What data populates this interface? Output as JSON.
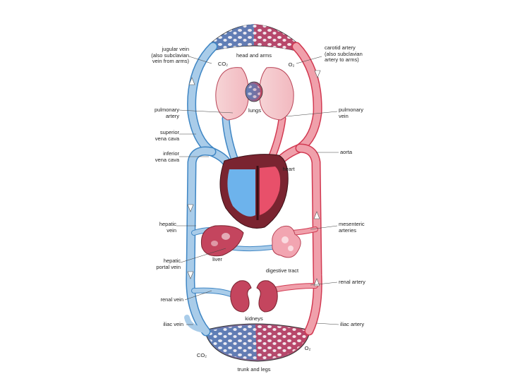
{
  "labels": {
    "jugular_vein": "jugular vein\n(also subclavian\nvein from arms)",
    "carotid_artery": "carotid artery\n(also subclavian\nartery to arms)",
    "head_and_arms": "head and arms",
    "co2_top": "CO₂",
    "o2_top": "O₂",
    "pulmonary_artery": "pulmonary\nartery",
    "pulmonary_vein": "pulmonary\nvein",
    "lungs": "lungs",
    "superior_vena_cava": "superior\nvena cava",
    "inferior_vena_cava": "inferior\nvena cava",
    "aorta": "aorta",
    "heart": "heart",
    "hepatic_vein": "hepatic\nvein",
    "mesenteric_arteries": "mesenteric\narteries",
    "hepatic_portal_vein": "hepatic\nportal vein",
    "liver": "liver",
    "digestive_tract": "digestive tract",
    "renal_artery": "renal artery",
    "renal_vein": "renal vein",
    "kidneys": "kidneys",
    "iliac_vein": "iliac vein",
    "iliac_artery": "iliac artery",
    "co2_bottom": "CO₂",
    "o2_bottom": "O₂",
    "trunk_and_legs": "trunk and legs"
  },
  "colors": {
    "vein": "#a9cce9",
    "vein_edge": "#3f86c4",
    "artery": "#f0a0ab",
    "artery_edge": "#d23a52",
    "deoxy_blood": "#6db3ec",
    "oxy_blood": "#e8506a",
    "muscle": "#7a2430"
  }
}
